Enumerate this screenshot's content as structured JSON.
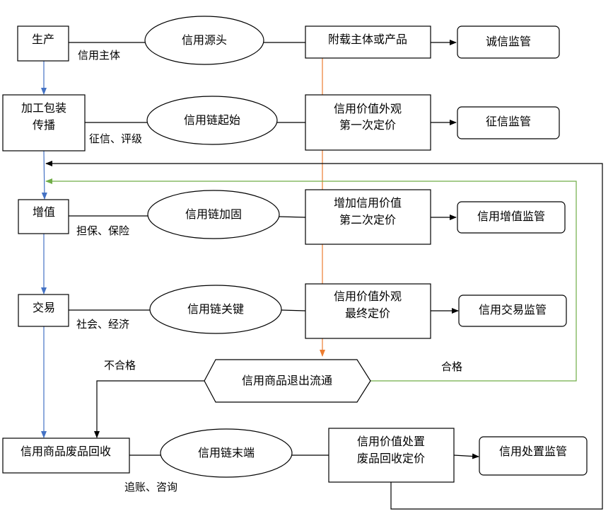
{
  "colors": {
    "flow": "#4472c4",
    "orange": "#ed7d31",
    "green": "#70ad47",
    "black": "#000000"
  },
  "left": {
    "production": "生产",
    "processing_line1": "加工包装",
    "processing_line2": "传播",
    "value_add": "增值",
    "trade": "交易",
    "recycle": "信用商品废品回收"
  },
  "middle": {
    "source": "信用源头",
    "chain_start": "信用链起始",
    "chain_reinforce": "信用链加固",
    "chain_key": "信用链关键",
    "chain_end": "信用链末端"
  },
  "pricing": {
    "attached": "附载主体或产品",
    "first_line1": "信用价值外观",
    "first_line2": "第一次定价",
    "second_line1": "增加信用价值",
    "second_line2": "第二次定价",
    "final_line1": "信用价值外观",
    "final_line2": "最终定价",
    "disposal_line1": "信用价值处置",
    "disposal_line2": "废品回收定价"
  },
  "supervision": {
    "integrity": "诚信监管",
    "credit_reporting": "征信监管",
    "value_add": "信用增值监管",
    "trade": "信用交易监管",
    "disposal": "信用处置监管"
  },
  "link_labels": {
    "credit_subject": "信用主体",
    "rating": "征信、评级",
    "guarantee": "担保、保险",
    "social": "社会、经济",
    "collection": "追账、咨询"
  },
  "exit": {
    "label": "信用商品退出流通",
    "fail": "不合格",
    "pass": "合格"
  }
}
